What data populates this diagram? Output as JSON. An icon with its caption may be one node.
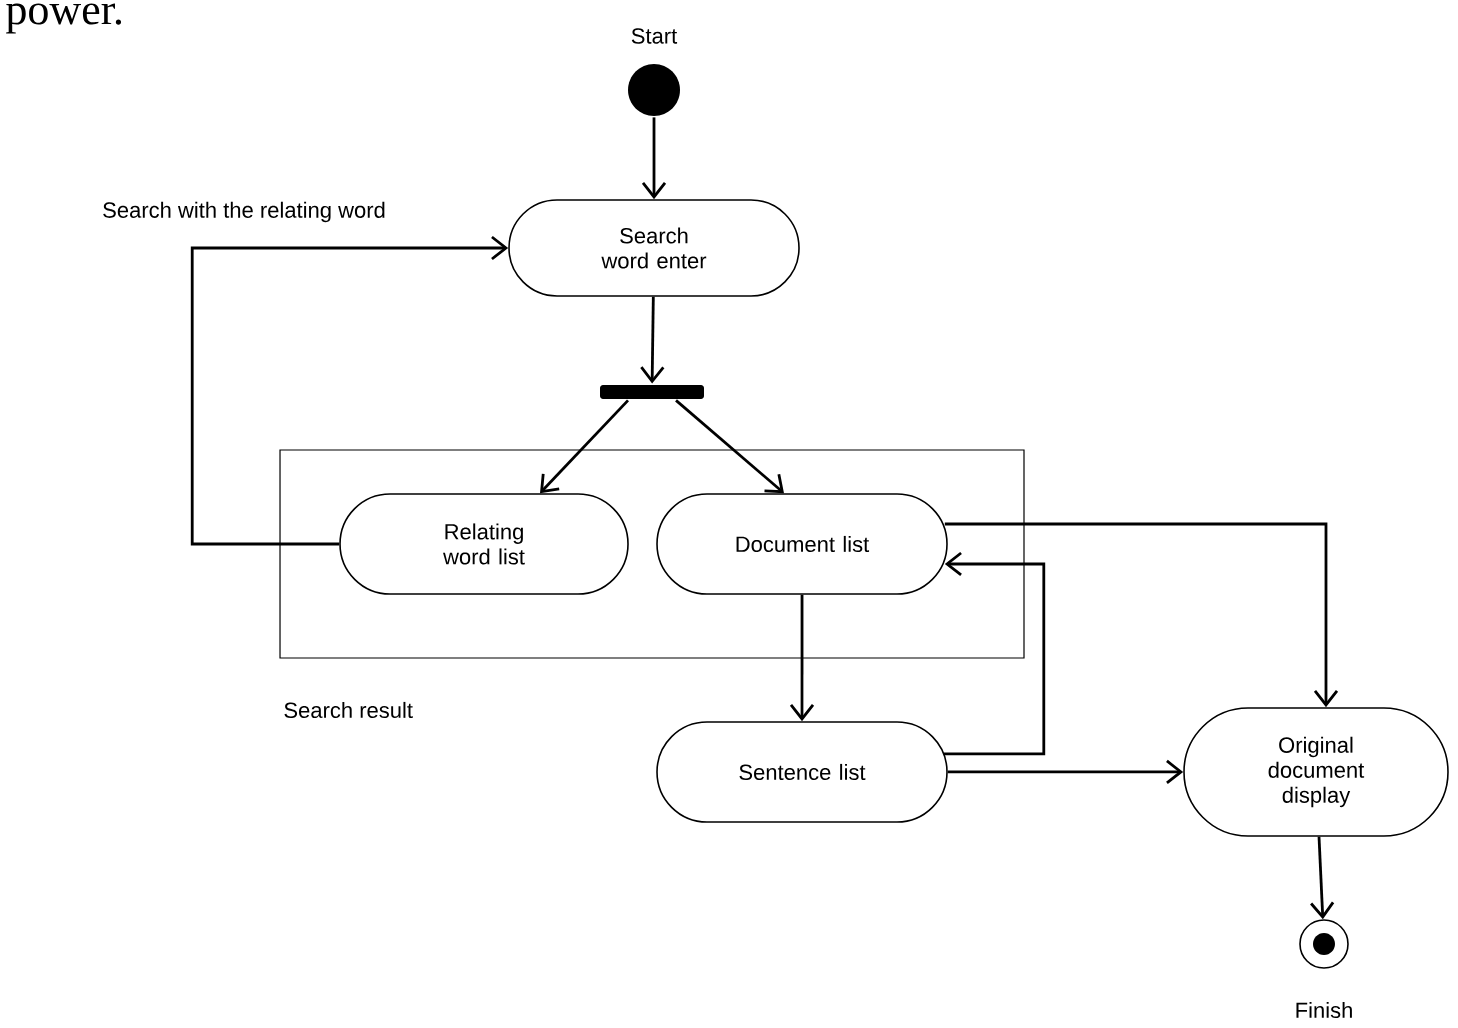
{
  "diagram": {
    "nodes": [
      {
        "text": [],
        "shape": "circle",
        "beside": [
          "Start"
        ]
      },
      {
        "text": [
          "Search word enter"
        ]
      },
      {
        "text": [],
        "shape": "bar"
      },
      {
        "text": [
          "Search result"
        ]
      },
      {
        "text": [
          "Relating word list"
        ],
        "in": 3
      },
      {
        "text": [
          "Document list"
        ],
        "in": 3
      },
      {
        "text": [
          "Sentence list"
        ]
      },
      {
        "text": [
          "Original document display"
        ]
      },
      {
        "text": [],
        "shape": "circle",
        "beside": [
          "Finish"
        ]
      }
    ],
    "edges": [
      {
        "from": 0,
        "to": 1,
        "arrow": "to"
      },
      {
        "from": 1,
        "to": 2,
        "arrow": "to"
      },
      {
        "from": 2,
        "to": 4,
        "arrow": "to"
      },
      {
        "from": 2,
        "to": 5,
        "arrow": "to"
      },
      {
        "from": 4,
        "to": 1,
        "arrow": "to",
        "label": "Search with the relating word"
      },
      {
        "from": 5,
        "to": 6,
        "arrow": "to"
      },
      {
        "from": 6,
        "to": 5,
        "arrow": "to"
      },
      {
        "from": 5,
        "to": 7,
        "arrow": "to"
      },
      {
        "from": 6,
        "to": 7,
        "arrow": "to"
      },
      {
        "from": 7,
        "to": 8,
        "arrow": "to"
      }
    ],
    "labels": [
      "power."
    ]
  }
}
